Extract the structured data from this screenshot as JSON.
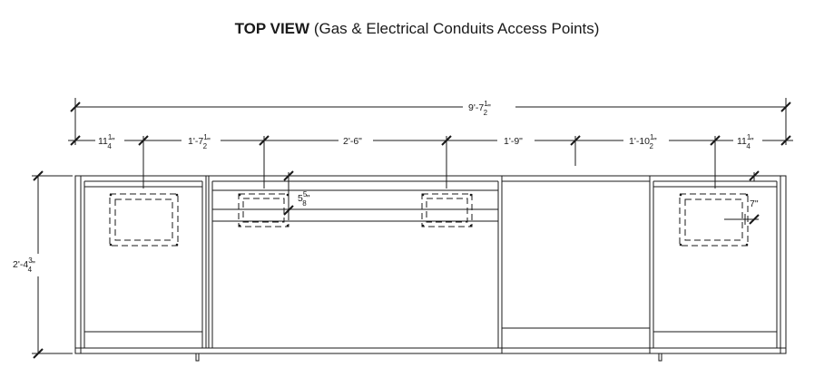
{
  "title": {
    "bold": "TOP VIEW",
    "rest": "(Gas & Electrical Conduits Access Points)"
  },
  "dims": {
    "overall": {
      "whole": "9'-7",
      "num": "1",
      "den": "2",
      "tail": "\""
    },
    "seg1": {
      "whole": "11",
      "num": "1",
      "den": "4",
      "tail": "\""
    },
    "seg2": {
      "whole": "1'-7",
      "num": "1",
      "den": "2",
      "tail": "\""
    },
    "seg3": {
      "text": "2'-6\""
    },
    "seg4": {
      "text": "1'-9\""
    },
    "seg5": {
      "whole": "1'-10",
      "num": "1",
      "den": "2",
      "tail": "\""
    },
    "seg6": {
      "whole": "11",
      "num": "1",
      "den": "4",
      "tail": "\""
    },
    "depth": {
      "whole": "2'-4",
      "num": "3",
      "den": "4",
      "tail": "\""
    },
    "offset_left": {
      "whole": "5",
      "num": "5",
      "den": "8",
      "tail": "\""
    },
    "offset_right": {
      "text": "7\""
    }
  },
  "colors": {
    "line": "#1a1a1a",
    "panel": "#444444"
  }
}
